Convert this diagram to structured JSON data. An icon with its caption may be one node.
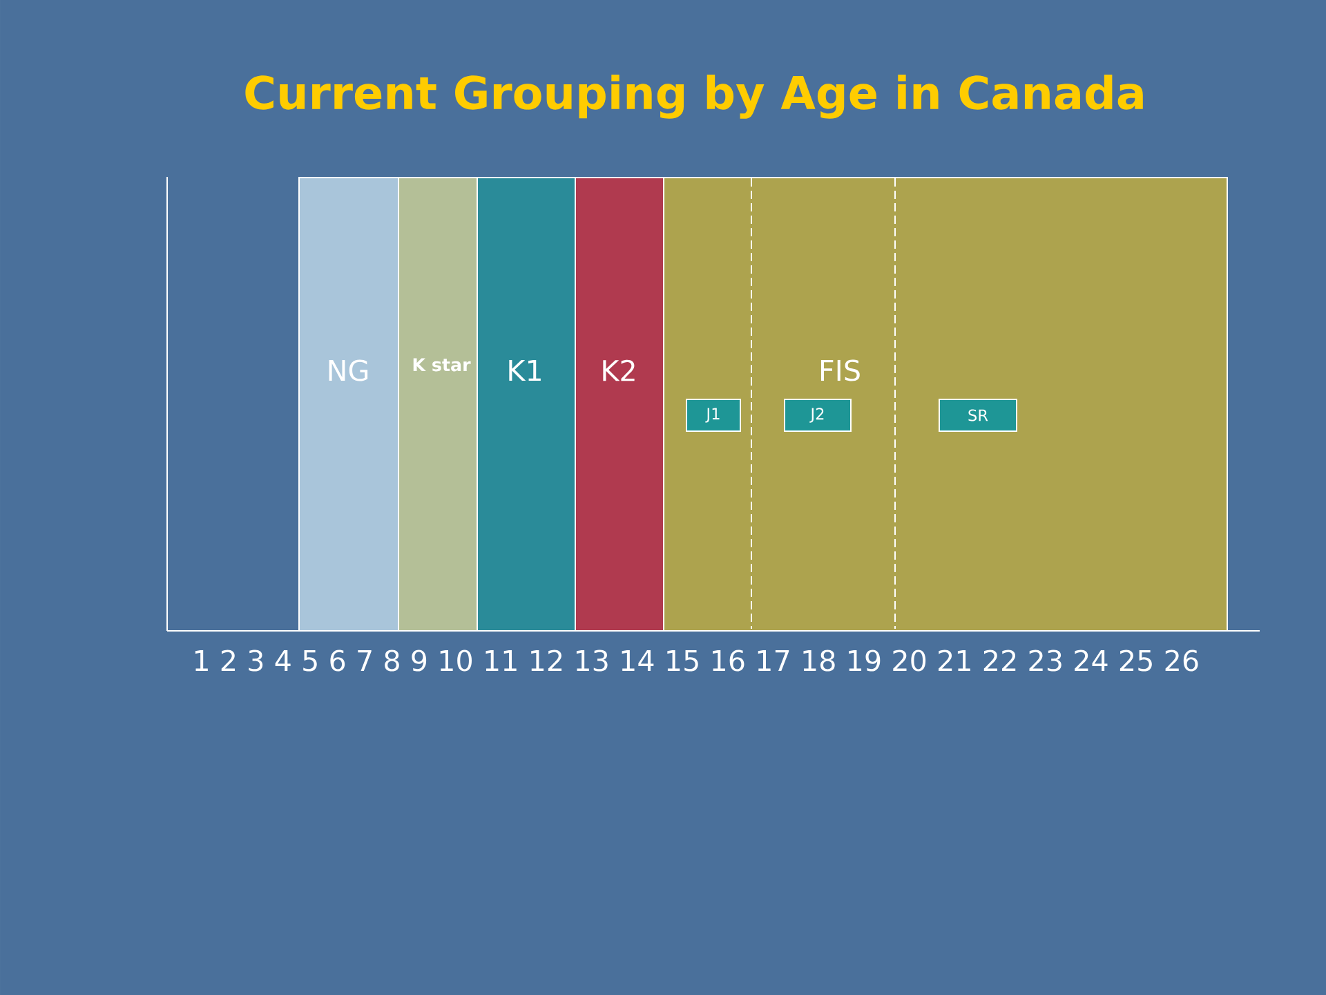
{
  "diagram": {
    "title": "Current Grouping by Age in Canada",
    "nodes": [
      {
        "text": [
          "NG"
        ]
      },
      {
        "text": [
          "K star"
        ]
      },
      {
        "text": [
          "K1"
        ]
      },
      {
        "text": [
          "K2"
        ]
      },
      {
        "text": [
          "FIS"
        ]
      },
      {
        "text": [
          "J1"
        ],
        "in": 4
      },
      {
        "text": [
          "J2"
        ],
        "in": 4
      },
      {
        "text": [
          "SR"
        ],
        "in": 4
      }
    ],
    "labels": [
      "1 2 3 4 5 6 7 8 9 10 11 12 13 14 15 16 17 18 19 20 21 22 23 24 25 26"
    ]
  }
}
